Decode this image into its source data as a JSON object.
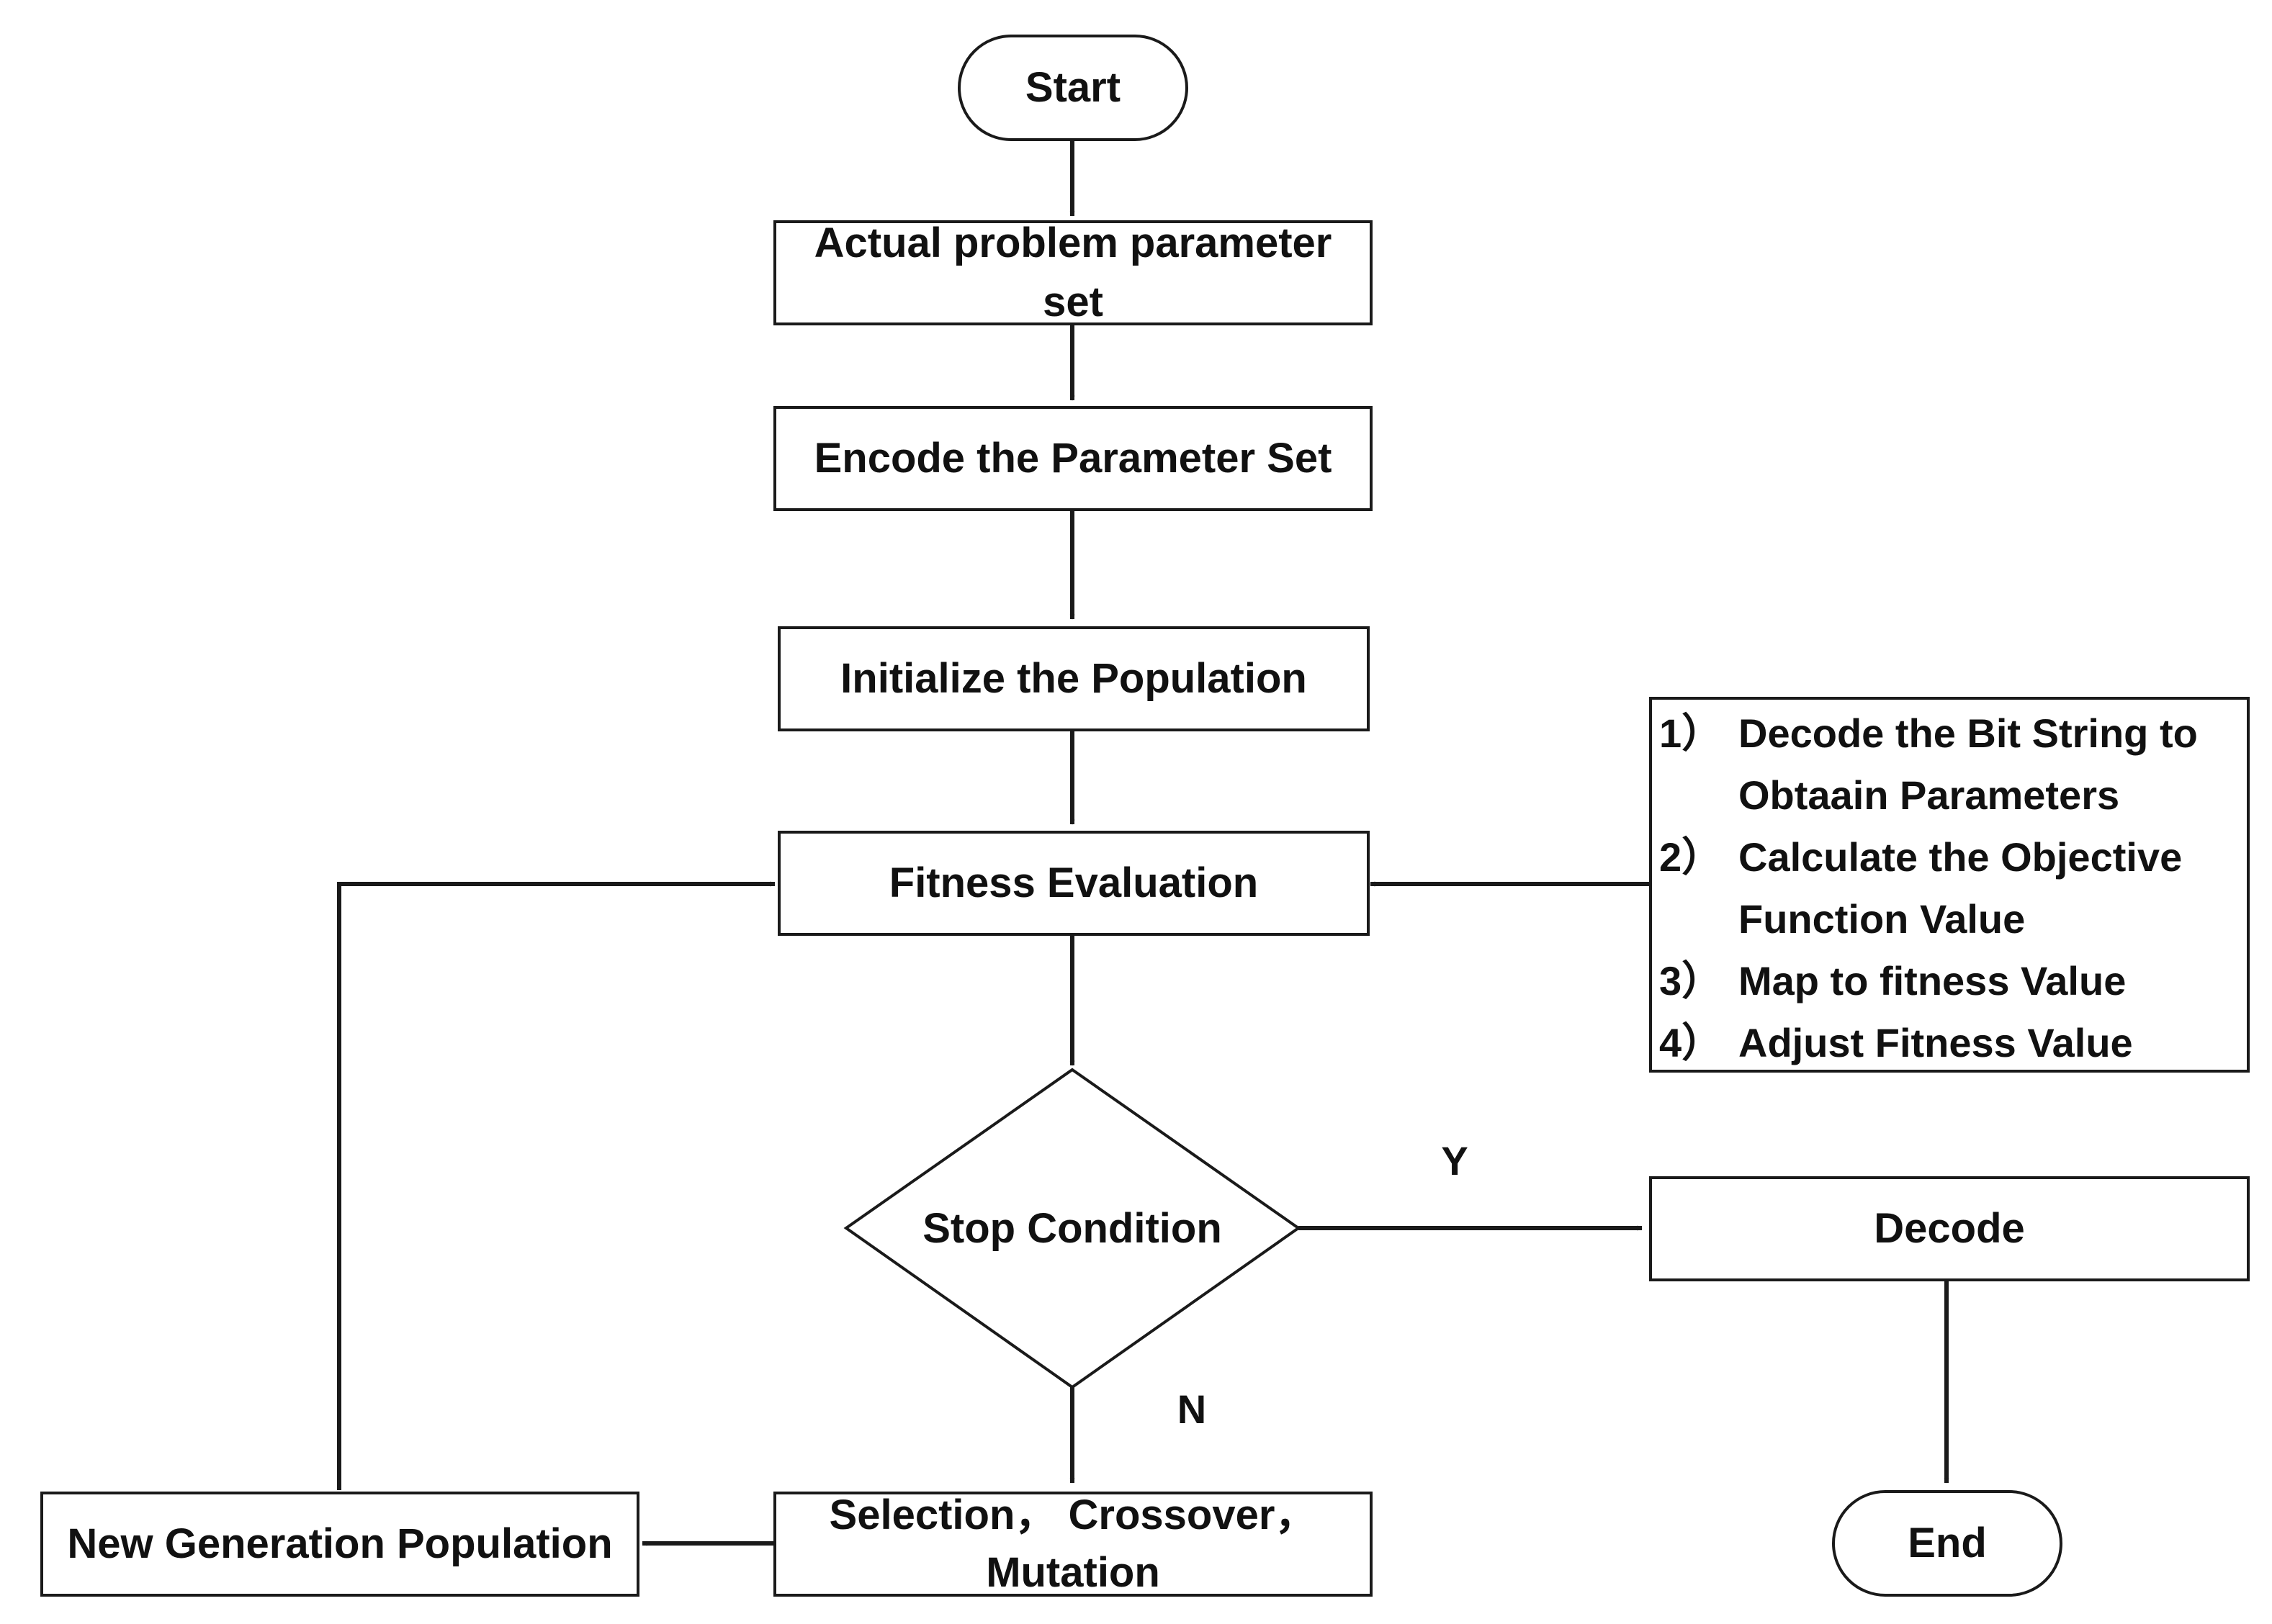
{
  "nodes": {
    "start": "Start",
    "actual_params": "Actual problem parameter set",
    "encode": "Encode the Parameter Set",
    "initialize": "Initialize the Population",
    "fitness": "Fitness Evaluation",
    "stop_condition": "Stop Condition",
    "decode": "Decode",
    "end": "End",
    "selection_line1": "Selection， Crossover，",
    "selection_line2": "Mutation",
    "new_generation": "New Generation Population"
  },
  "branches": {
    "yes": "Y",
    "no": "N"
  },
  "fitness_steps": [
    {
      "num": "1）",
      "lines": [
        "Decode the Bit String to",
        "Obtaain Parameters"
      ]
    },
    {
      "num": "2）",
      "lines": [
        "Calculate the Objective",
        "Function Value"
      ]
    },
    {
      "num": "3）",
      "lines": [
        "Map to fitness Value"
      ]
    },
    {
      "num": "4）",
      "lines": [
        "Adjust Fitness Value"
      ]
    }
  ],
  "colors": {
    "stroke": "#1a1a1a",
    "background": "#ffffff"
  }
}
